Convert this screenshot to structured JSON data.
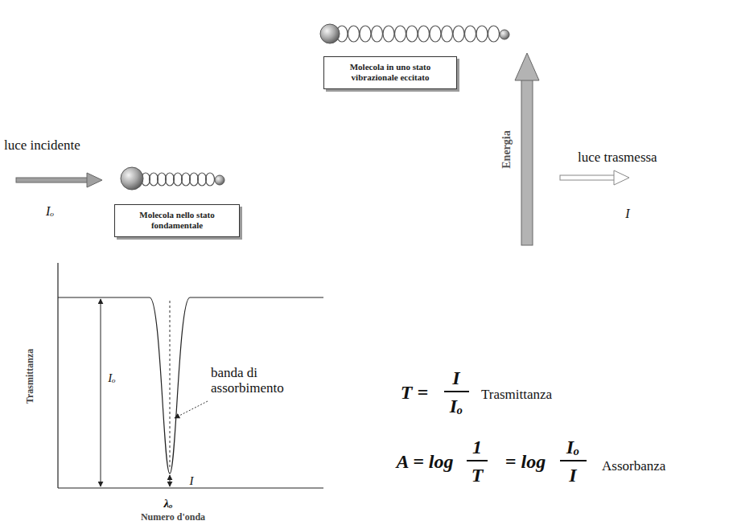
{
  "diagram": {
    "nodes": [
      {
        "text": [
          "Molecola in uno stato vibrazionale eccitato"
        ]
      },
      {
        "text": [
          "Molecola nello stato fondamentale"
        ]
      }
    ],
    "labels": [
      "luce incidente",
      "Iₒ",
      "Energia",
      "luce trasmessa",
      "I",
      "Trasmittanza",
      "Iₒ",
      "banda di assorbimento",
      "I",
      "λₒ",
      "Numero d'onda",
      "T =",
      "I",
      "Iₒ",
      "Trasmittanza",
      "A = log",
      "1",
      "T",
      "= log",
      "Iₒ",
      "I",
      "Assorbanza"
    ]
  }
}
